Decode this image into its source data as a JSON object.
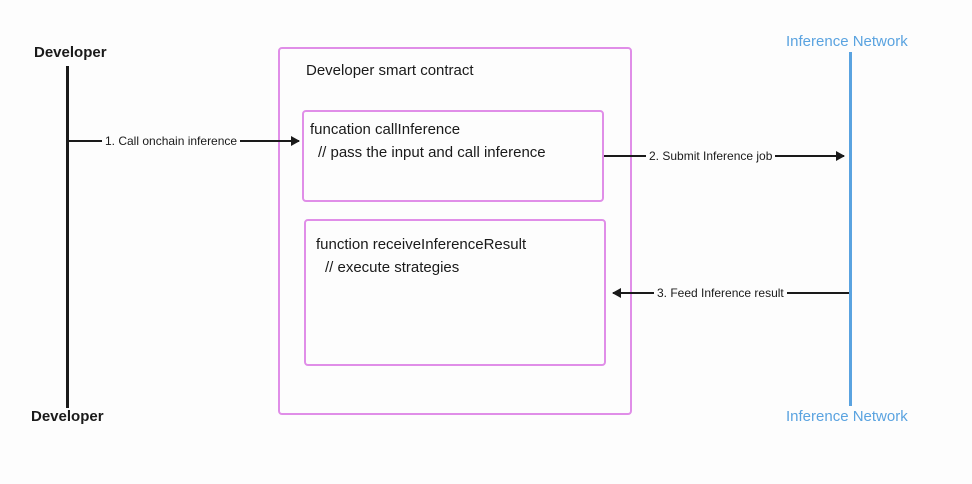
{
  "actors": {
    "developer_top": "Developer",
    "developer_bottom": "Developer",
    "network_top": "Inference Network",
    "network_bottom": "Inference Network"
  },
  "contract": {
    "title": "Developer smart contract",
    "call_fn": {
      "signature": "funcation callInference",
      "comment": "// pass the input and call inference"
    },
    "receive_fn": {
      "signature": "function receiveInferenceResult",
      "comment": "// execute strategies"
    }
  },
  "messages": {
    "step1": "1. Call onchain inference",
    "step2": "2. Submit Inference job",
    "step3": "3. Feed Inference result"
  },
  "colors": {
    "developer_line": "#1a1a1a",
    "network_line": "#5aa3e0",
    "box_border": "#e08ee8"
  }
}
